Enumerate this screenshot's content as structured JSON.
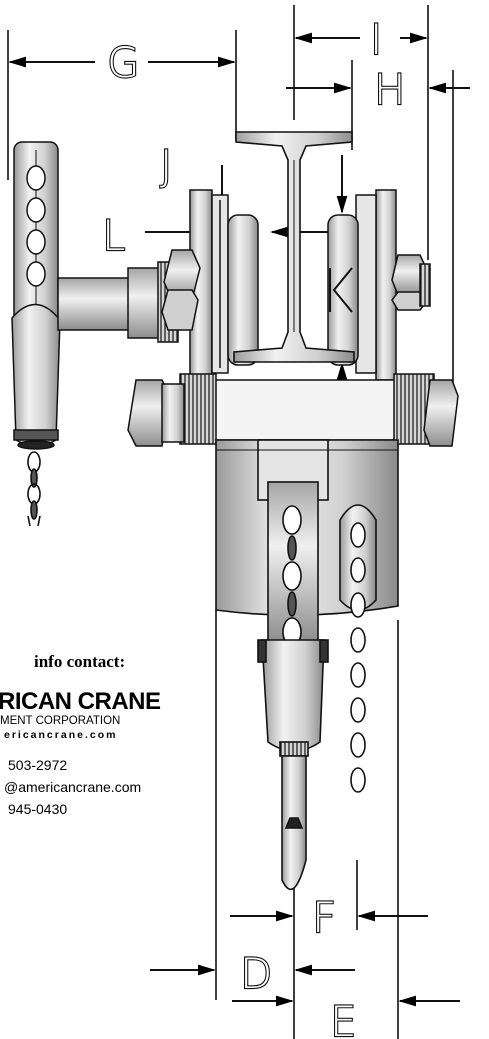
{
  "dimensions": {
    "G": "G",
    "I": "I",
    "H": "H",
    "J": "J",
    "L": "L",
    "K": "K",
    "F": "F",
    "D": "D",
    "E": "E"
  },
  "info": {
    "heading": "info contact:",
    "brand": "RICAN CRANE",
    "subtitle": "MENT CORPORATION",
    "website": "ericancrane.com",
    "phone": "503-2972",
    "email": "@americancrane.com",
    "fax": "945-0430"
  }
}
